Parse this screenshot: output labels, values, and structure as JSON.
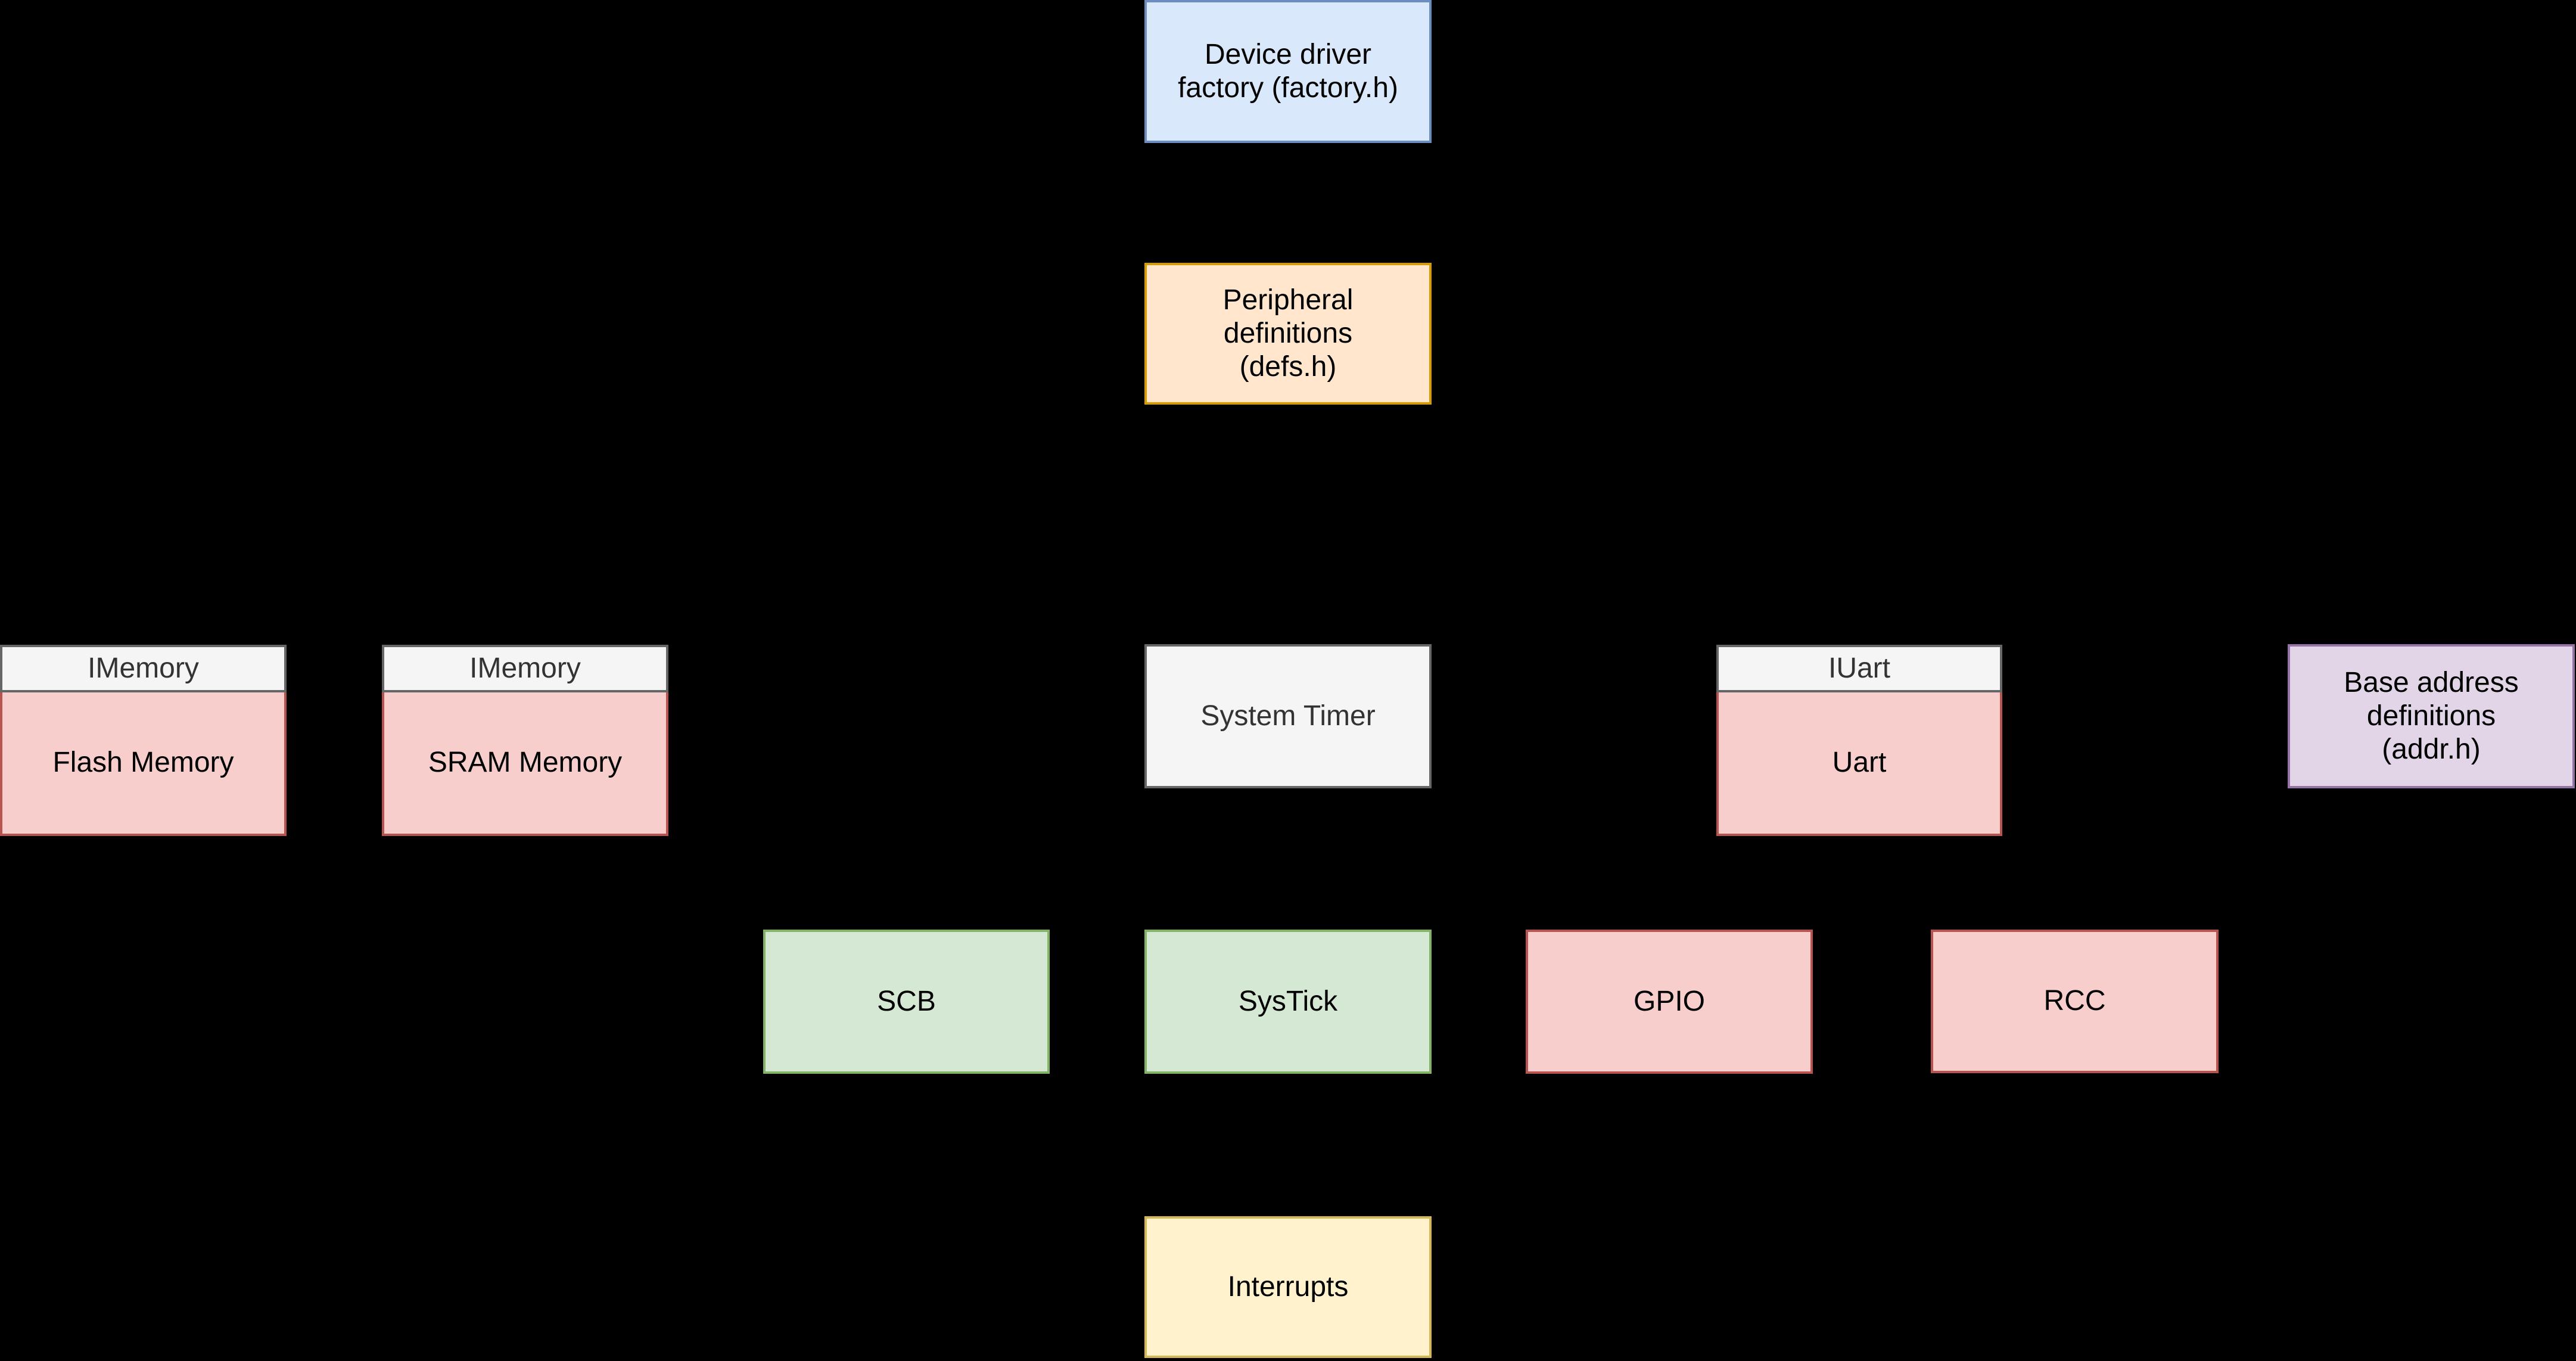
{
  "diagram": {
    "background": "#000000",
    "palette": {
      "blue": {
        "fill": "#dae8fc",
        "stroke": "#6c8ebf"
      },
      "orange": {
        "fill": "#ffe6cc",
        "stroke": "#d79b00"
      },
      "gray": {
        "fill": "#f5f5f5",
        "stroke": "#666666"
      },
      "pink": {
        "fill": "#f8cecc",
        "stroke": "#b85450"
      },
      "green": {
        "fill": "#d5e8d4",
        "stroke": "#82b366"
      },
      "purple": {
        "fill": "#e1d5e7",
        "stroke": "#9673a6"
      },
      "yellow": {
        "fill": "#fff2cc",
        "stroke": "#d6b656"
      }
    },
    "nodes": [
      {
        "id": "device-driver-factory",
        "label": "Device driver\nfactory (factory.h)",
        "fill": "#dae8fc",
        "stroke": "#6c8ebf",
        "text_color": "#000000"
      },
      {
        "id": "peripheral-definitions",
        "label": "Peripheral\ndefinitions\n(defs.h)",
        "fill": "#ffe6cc",
        "stroke": "#d79b00",
        "text_color": "#000000"
      },
      {
        "id": "flash-memory",
        "header": "IMemory",
        "label": "Flash Memory",
        "header_fill": "#f5f5f5",
        "header_stroke": "#666666",
        "header_text_color": "#333333",
        "fill": "#f8cecc",
        "stroke": "#b85450",
        "text_color": "#000000"
      },
      {
        "id": "sram-memory",
        "header": "IMemory",
        "label": "SRAM Memory",
        "header_fill": "#f5f5f5",
        "header_stroke": "#666666",
        "header_text_color": "#333333",
        "fill": "#f8cecc",
        "stroke": "#b85450",
        "text_color": "#000000"
      },
      {
        "id": "system-timer",
        "label": "System Timer",
        "fill": "#f5f5f5",
        "stroke": "#666666",
        "text_color": "#333333"
      },
      {
        "id": "uart",
        "header": "IUart",
        "label": "Uart",
        "header_fill": "#f5f5f5",
        "header_stroke": "#666666",
        "header_text_color": "#333333",
        "fill": "#f8cecc",
        "stroke": "#b85450",
        "text_color": "#000000"
      },
      {
        "id": "base-address-definitions",
        "label": "Base address\ndefinitions\n(addr.h)",
        "fill": "#e1d5e7",
        "stroke": "#9673a6",
        "text_color": "#000000"
      },
      {
        "id": "scb",
        "label": "SCB",
        "fill": "#d5e8d4",
        "stroke": "#82b366",
        "text_color": "#000000"
      },
      {
        "id": "systick",
        "label": "SysTick",
        "fill": "#d5e8d4",
        "stroke": "#82b366",
        "text_color": "#000000"
      },
      {
        "id": "gpio",
        "label": "GPIO",
        "fill": "#f8cecc",
        "stroke": "#b85450",
        "text_color": "#000000"
      },
      {
        "id": "rcc",
        "label": "RCC",
        "fill": "#f8cecc",
        "stroke": "#b85450",
        "text_color": "#000000"
      },
      {
        "id": "interrupts",
        "label": "Interrupts",
        "fill": "#fff2cc",
        "stroke": "#d6b656",
        "text_color": "#000000"
      }
    ]
  }
}
